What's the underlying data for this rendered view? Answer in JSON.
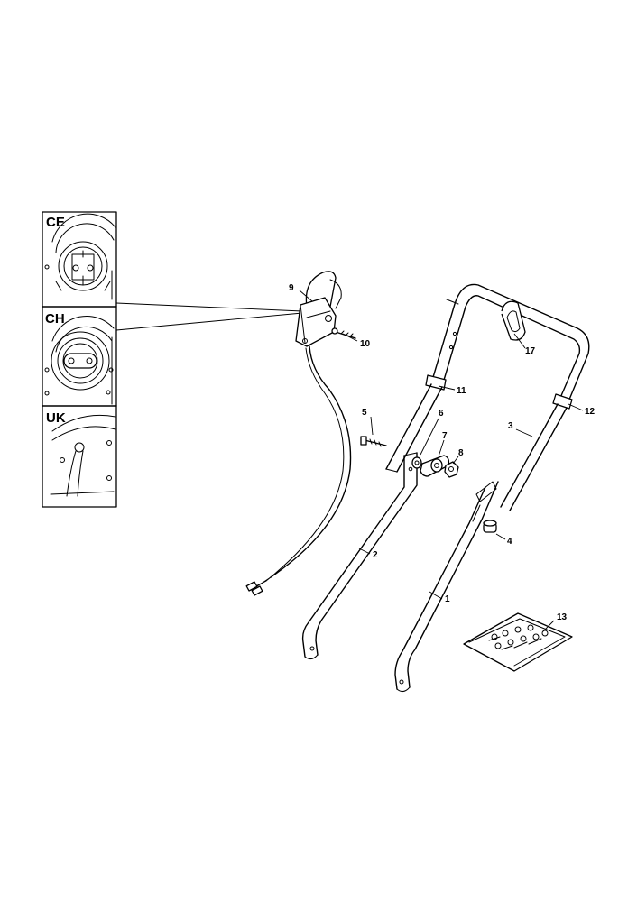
{
  "callouts": {
    "p1": "1",
    "p2": "2",
    "p3": "3",
    "p4": "4",
    "p5": "5",
    "p6": "6",
    "p7": "7",
    "p8": "8",
    "p9": "9",
    "p10": "10",
    "p11": "11",
    "p12": "12",
    "p13": "13",
    "p17": "17"
  },
  "plug_variants": {
    "ce": "CE",
    "ch": "CH",
    "uk": "UK"
  }
}
